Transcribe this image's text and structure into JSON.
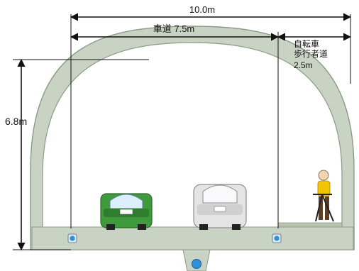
{
  "dimensions": {
    "total_width": "10.0m",
    "roadway_width": "車道 7.5m",
    "sidewalk_label_line1": "自転車",
    "sidewalk_label_line2": "歩行者道",
    "sidewalk_width": "2.5m",
    "height": "6.8m"
  },
  "colors": {
    "tunnel_fill": "#c9d3c4",
    "tunnel_inner": "#ffffff",
    "tunnel_stroke": "#8c9a86",
    "dimension_line": "#111111",
    "car_green": "#3e9a3a",
    "car_white": "#e4e4e4",
    "pedestrian_jacket": "#f2c500",
    "drain": "#2f8fd8"
  }
}
